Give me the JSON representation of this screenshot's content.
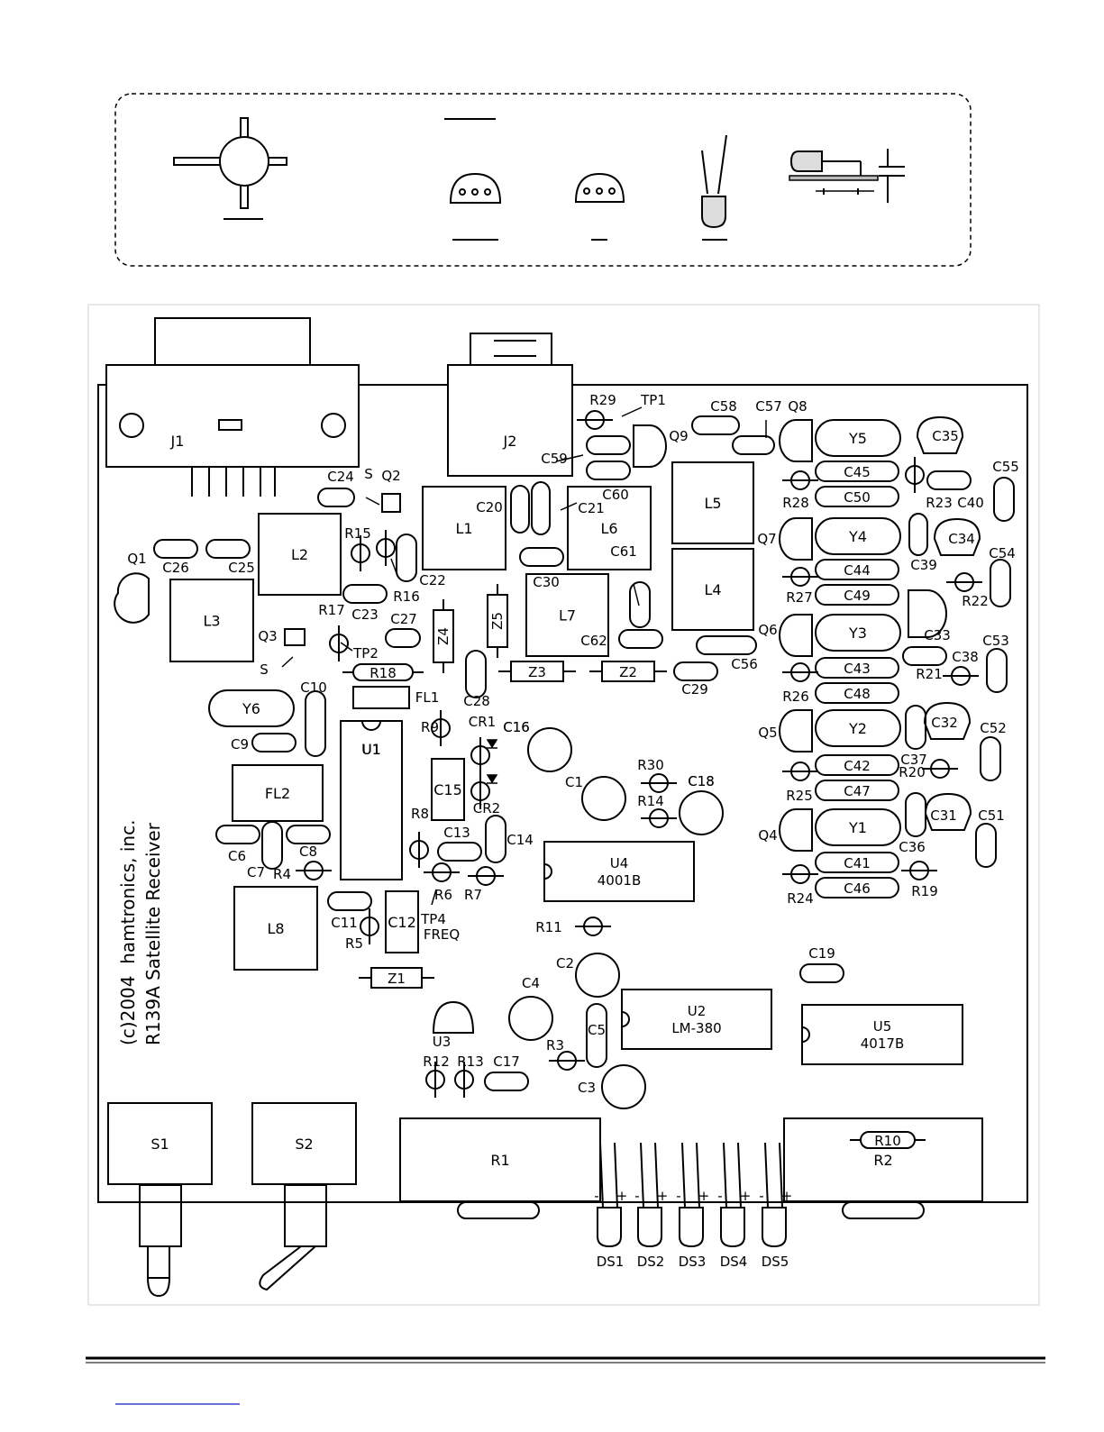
{
  "board": {
    "copyright_line1": "(c)2004  hamtronics, inc.",
    "copyright_line2": "R139A Satellite Receiver"
  },
  "boxes": [
    {
      "ref": "J1",
      "label": "J1"
    },
    {
      "ref": "J2",
      "label": "J2"
    },
    {
      "ref": "L1",
      "label": "L1"
    },
    {
      "ref": "L2",
      "label": "L2"
    },
    {
      "ref": "L3",
      "label": "L3"
    },
    {
      "ref": "L4",
      "label": "L4"
    },
    {
      "ref": "L5",
      "label": "L5"
    },
    {
      "ref": "L6",
      "label": "L6"
    },
    {
      "ref": "L7",
      "label": "L7"
    },
    {
      "ref": "L8",
      "label": "L8"
    },
    {
      "ref": "FL2",
      "label": "FL2"
    },
    {
      "ref": "C15",
      "label": "C15"
    },
    {
      "ref": "C12",
      "label": "C12"
    },
    {
      "ref": "S1",
      "label": "S1"
    },
    {
      "ref": "S2",
      "label": "S2"
    },
    {
      "ref": "R1",
      "label": "R1"
    },
    {
      "ref": "R2",
      "label": "R2"
    }
  ],
  "chips": [
    {
      "ref": "U4",
      "line1": "U4",
      "line2": "4001B"
    },
    {
      "ref": "U2",
      "line1": "U2",
      "line2": "LM-380"
    },
    {
      "ref": "U5",
      "line1": "U5",
      "line2": "4017B"
    }
  ],
  "crystals": [
    "Y1",
    "Y2",
    "Y3",
    "Y4",
    "Y5",
    "Y6"
  ],
  "zeners": [
    "Z1",
    "Z2",
    "Z3",
    "Z4",
    "Z5"
  ],
  "resistors_inline": [
    "R18",
    "R10"
  ],
  "caps_inline": [
    "C45",
    "C50",
    "C44",
    "C49",
    "C43",
    "C48",
    "C42",
    "C47",
    "C41",
    "C46"
  ],
  "electrolytics": [
    "C1",
    "C2",
    "C3",
    "C4",
    "C16",
    "C18"
  ],
  "leds": [
    "DS1",
    "DS2",
    "DS3",
    "DS4",
    "DS5"
  ],
  "labels": [
    "R29",
    "TP1",
    "C58",
    "C57",
    "Q8",
    "Q9",
    "C59",
    "C60",
    "C20",
    "C21",
    "C24",
    "S",
    "Q2",
    "Q1",
    "C26",
    "C25",
    "R15",
    "C22",
    "R16",
    "R17",
    "C23",
    "C27",
    "Q3",
    "S",
    "TP2",
    "C30",
    "C62",
    "C61",
    "C56",
    "C29",
    "C28",
    "FL1",
    "C10",
    "C9",
    "U1",
    "R9",
    "CR1",
    "C16",
    "R30",
    "C18",
    "R14",
    "CR2",
    "R8",
    "C13",
    "C14",
    "C6",
    "C7",
    "C8",
    "R4",
    "R6",
    "R7",
    "TP4",
    "FREQ",
    "C11",
    "R5",
    "R11",
    "C19",
    "C5",
    "R3",
    "U3",
    "R12",
    "R13",
    "C17",
    "Q7",
    "Q6",
    "Q5",
    "Q4",
    "R28",
    "R27",
    "R26",
    "R25",
    "R24",
    "C35",
    "C55",
    "R23",
    "C40",
    "C34",
    "C39",
    "C54",
    "R22",
    "C33",
    "C53",
    "C38",
    "R21",
    "C32",
    "C52",
    "C37",
    "R20",
    "C31",
    "C36",
    "C51",
    "R19"
  ],
  "led_polarity": [
    "-",
    "+"
  ]
}
